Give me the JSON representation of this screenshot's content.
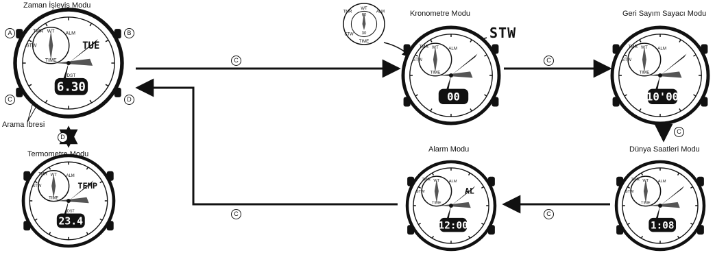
{
  "modes": {
    "timekeeping": {
      "label": "Zaman İşleyiş Modu",
      "sub": "TUE",
      "lcd": "6.30",
      "dst": "DST"
    },
    "stopwatch": {
      "label": "Kronometre Modu",
      "sub": "",
      "lcd": "00",
      "callout": "STW"
    },
    "countdown": {
      "label": "Geri Sayım Sayacı Modu",
      "sub": "",
      "lcd": "10'00"
    },
    "worldtime": {
      "label": "Dünya Saatleri Modu",
      "sub": "",
      "lcd": "1:08"
    },
    "alarm": {
      "label": "Alarm Modu",
      "sub": "AL",
      "lcd": "12:00"
    },
    "thermometer": {
      "label": "Termometre Modu",
      "sub": "TEMP",
      "lcd": "23.4",
      "dst": "DST"
    }
  },
  "buttons": {
    "a": "A",
    "b": "B",
    "c": "C",
    "d": "D"
  },
  "arrow_marks": {
    "c": "C",
    "d": "D"
  },
  "search_hand_label": "Arama İbresi",
  "bezel_text": {
    "top": "WT",
    "right": "ALM",
    "bottom": "TIME",
    "left": "STW",
    "topleft": "TMR"
  },
  "subdial_numbers": {
    "top": "60",
    "bottom": "30"
  },
  "colors": {
    "ink": "#111111",
    "face": "#ffffff",
    "shade": "#555555"
  }
}
